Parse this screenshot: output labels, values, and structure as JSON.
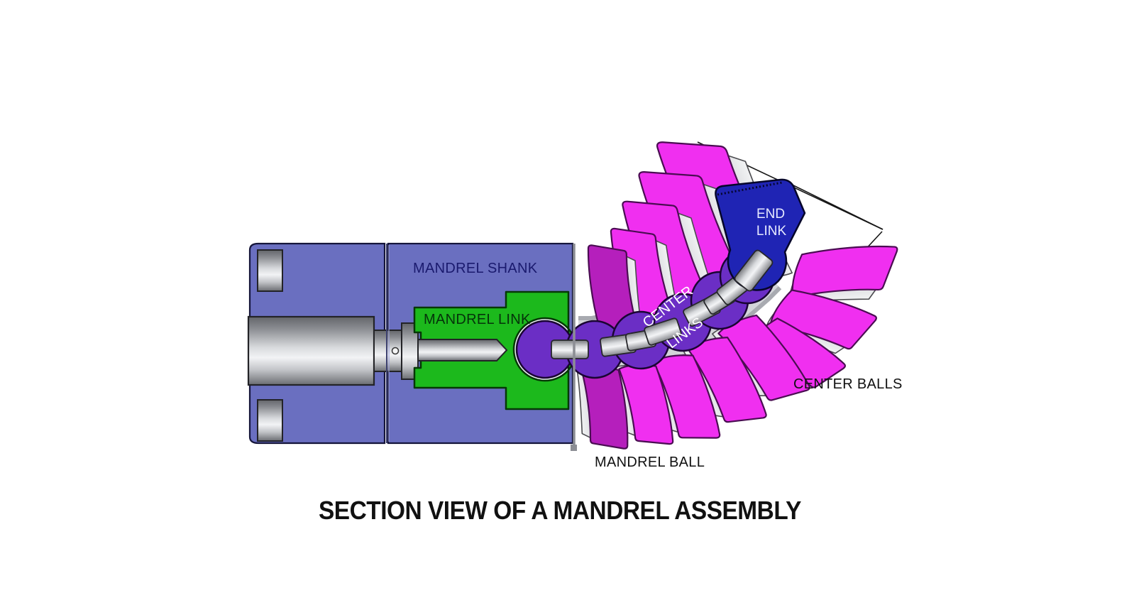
{
  "title": "SECTION VIEW OF A MANDREL ASSEMBLY",
  "labels": {
    "mandrel_shank": "MANDREL SHANK",
    "mandrel_link": "MANDREL LINK",
    "center_links_line1": "CENTER",
    "center_links_line2": "LINKS",
    "end_link_line1": "END",
    "end_link_line2": "LINK",
    "center_balls": "CENTER BALLS",
    "mandrel_ball": "MANDREL BALL"
  },
  "colors": {
    "background": "#FFFFFF",
    "shank_blue": "#6A6FC0",
    "link_green": "#1CB91C",
    "center_link_purple": "#6B2EC5",
    "center_ball_magenta": "#F02FF0",
    "mandrel_ball_magenta_dark": "#B51FBC",
    "end_link_blue": "#1F24B4",
    "label_navy": "#1A1A6E",
    "label_dark_green": "#05330A",
    "label_black": "#111111",
    "label_white": "#FFFFFF",
    "end_link_text": "#E6E9FF"
  }
}
